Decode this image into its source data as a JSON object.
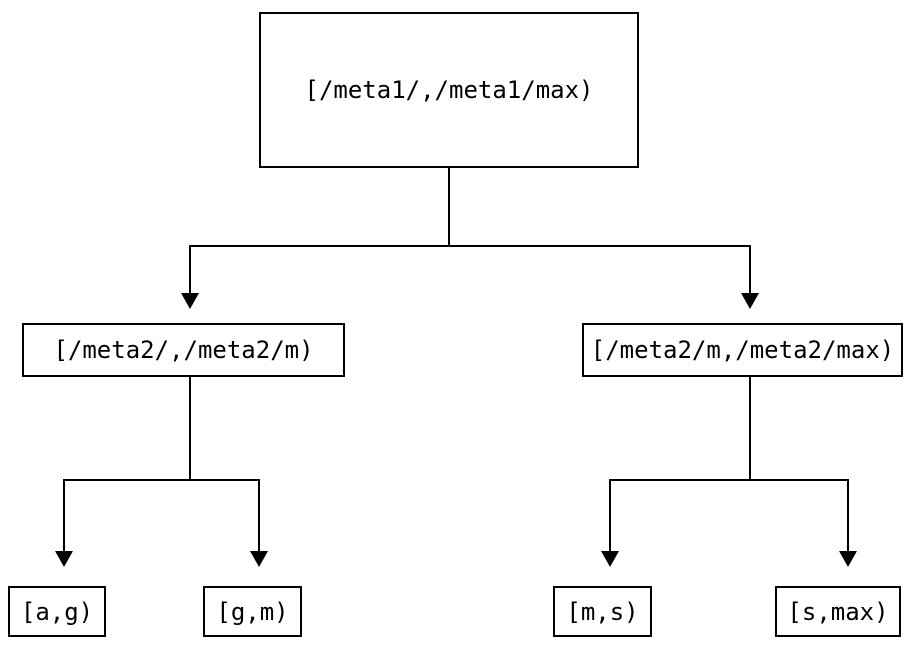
{
  "diagram": {
    "type": "tree",
    "nodes": {
      "root": {
        "label": "[/meta1/,/meta1/max)"
      },
      "meta2_low": {
        "label": "[/meta2/,/meta2/m)"
      },
      "meta2_high": {
        "label": "[/meta2/m,/meta2/max)"
      },
      "leaf_ag": {
        "label": "[a,g)"
      },
      "leaf_gm": {
        "label": "[g,m)"
      },
      "leaf_ms": {
        "label": "[m,s)"
      },
      "leaf_smax": {
        "label": "[s,max)"
      }
    },
    "edges": [
      {
        "from": "root",
        "to": "meta2_low"
      },
      {
        "from": "root",
        "to": "meta2_high"
      },
      {
        "from": "meta2_low",
        "to": "leaf_ag"
      },
      {
        "from": "meta2_low",
        "to": "leaf_gm"
      },
      {
        "from": "meta2_high",
        "to": "leaf_ms"
      },
      {
        "from": "meta2_high",
        "to": "leaf_smax"
      }
    ],
    "colors": {
      "line": "#000000",
      "node_border": "#000000",
      "text": "#000000",
      "background": "#ffffff"
    }
  }
}
